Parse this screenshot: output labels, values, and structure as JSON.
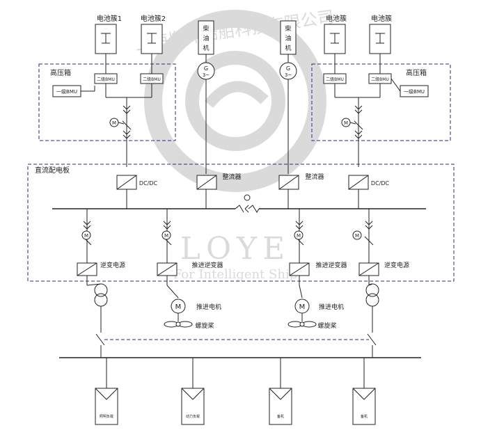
{
  "battery_labels": [
    "电池簇1",
    "电池簇2",
    "电池簇",
    "电池簇"
  ],
  "generator_label": "柴油机",
  "generator_symbol": "G",
  "generator_sub": "3~",
  "hv_box_label": "高压箱",
  "sub_bmu_label": "二级BMU",
  "main_bmu_label": "一级BMU",
  "dc_panel_label": "直流配电板",
  "dcdc_label": "DC/DC",
  "rectifier_label": "整流器",
  "inverter_power_label": "逆变电源",
  "propulsion_inverter_label": "推进逆变器",
  "motor_label": "推进电机",
  "motor_symbol": "M",
  "propeller_label": "螺旋桨",
  "load_labels": [
    "照明负载",
    "动力负载",
    "备机",
    "备机"
  ],
  "watermark": {
    "company": "上海胤洋船舶科技有限公司",
    "brand": "LOYE",
    "slogan": "For Intelligent Ship"
  }
}
